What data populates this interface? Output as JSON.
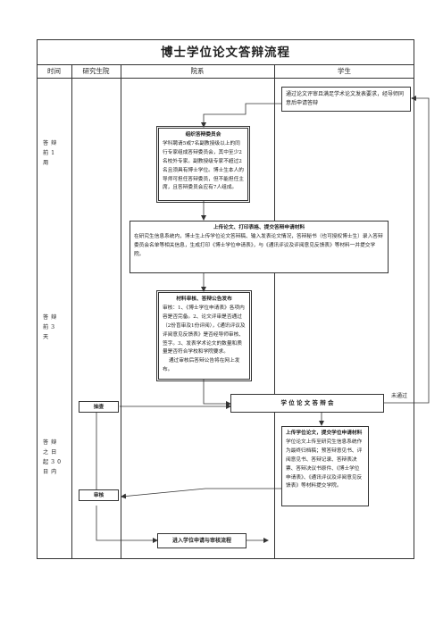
{
  "title": "博士学位论文答辩流程",
  "columns": [
    "时间",
    "研究生院",
    "院系",
    "学生"
  ],
  "time_labels": [
    {
      "text": "答辩前1周"
    },
    {
      "text": "答辩前3天"
    },
    {
      "text": "答辩之日起30日内"
    }
  ],
  "boxes": {
    "student_start": "通过论文评审且满足学术论文发表要求，经导师同意后申请答辩",
    "committee_title": "组织答辩委员会",
    "committee_text": "学科聘请5或7名副教授级以上的同行专家组成答辩委员会，其中至少2名校外专家。副教授级专家不超过2名且须具有博士学位。博士生本人的导师可担任答辩委员，但不能担任主席，且答辩委员会应有7人组成。",
    "upload_title": "上传论文、打印表格、提交答辩申请材料",
    "upload_text": "在研究生信息系统内，博士生上传学位论文答辩稿、输入发表论文情况，答辩秘书（也可授权博士生）录入答辩委员会名单等相关信息，生成打印《博士学位申请表》，与《通讯评议及评阅意见反馈表》等材料一并提交学院。",
    "review_title": "材料审核、答辩公告发布",
    "review_text": "审核：1、《博士学位申请表》各项内容是否完备。2、论文评审是否通过（2份盲审及1份评阅），《通讯评议及评阅意见反馈表》是否经导师审核、签字。3、发表学术论文的数量和质量是否符合学校和学院要求。",
    "review_note": "通过审核后答辩公告将在网上发布。",
    "defense": "学 位 论 文 答 辩 会",
    "spot_check": "抽查",
    "audit": "审核",
    "fail_label": "未通过",
    "submit_title": "上传学位论文，提交学位申请材料",
    "submit_text": "学位论文上传至研究生信息系统作为最终归档稿；预答辩意见书、评阅意见书、答辩记录、答辩表决票、答辩决议书原件、《博士学位申请表》、《通讯评议及评阅意见反馈表》等材料提交学院。",
    "final": "进入学位申请与审核流程"
  }
}
